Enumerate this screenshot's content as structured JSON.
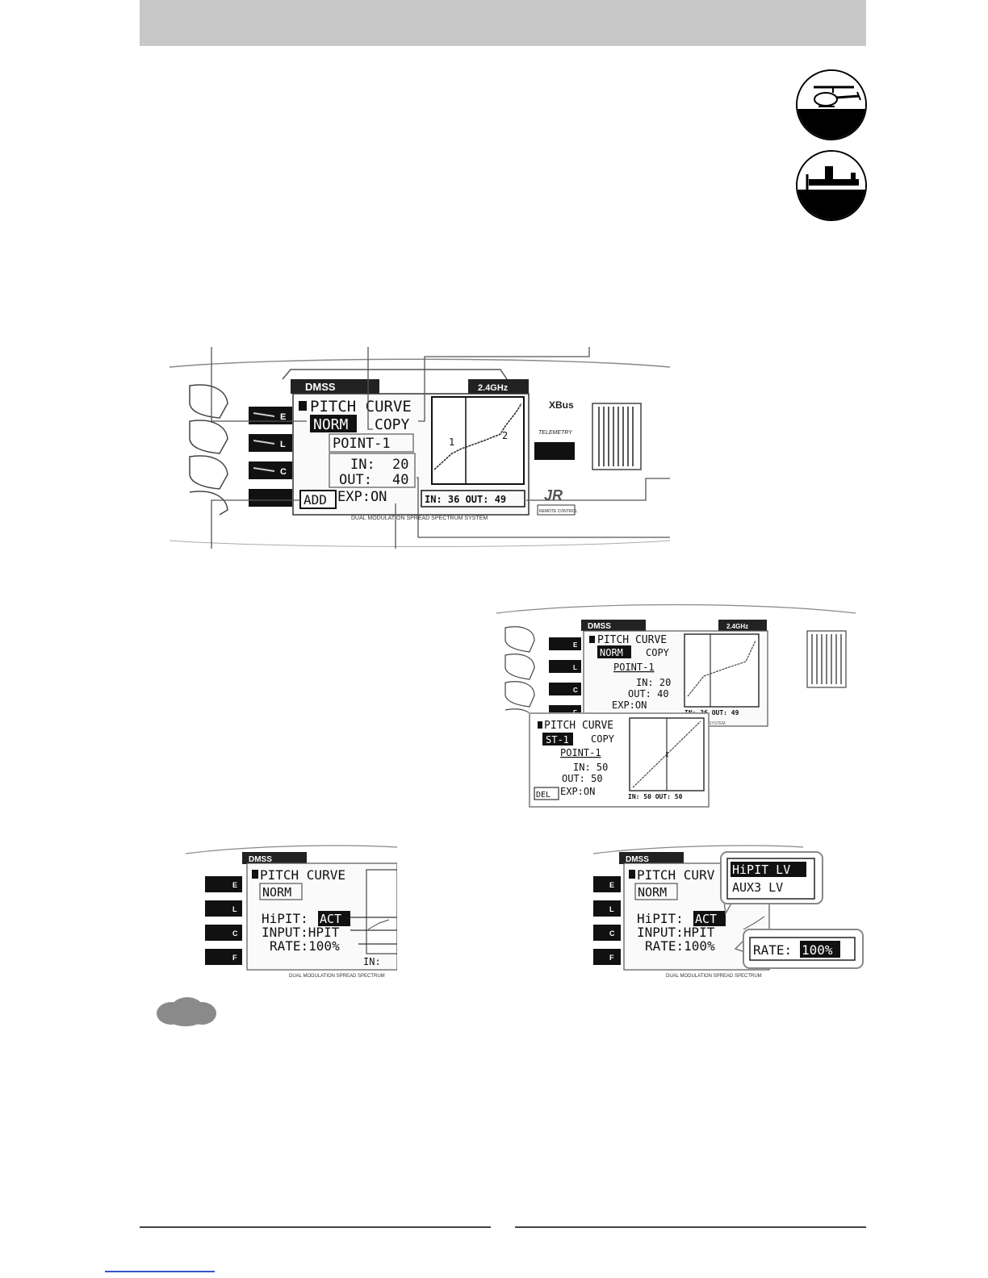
{
  "icons": {
    "helicopter_mode": "helicopter-icon",
    "airplane_mode": "airplane-icon"
  },
  "main_lcd": {
    "brand": "DMSS",
    "band": "2.4GHz",
    "title": "PITCH CURVE",
    "condition": "NORM",
    "copy": "COPY",
    "point": "POINT-1",
    "in_label": "IN:",
    "in_value": "20",
    "out_label": "OUT:",
    "out_value": "40",
    "add": "ADD",
    "exp": "EXP:ON",
    "graph_readout": "IN: 36 OUT: 49",
    "graph_point_1": "1",
    "graph_point_2": "2",
    "side_keys": [
      "E",
      "L",
      "C"
    ],
    "xbus": "XBus",
    "telemetry": "TELEMETRY",
    "jr": "JR",
    "remote_control": "REMOTE CONTROL",
    "footer": "DUAL MODULATION SPREAD SPECTRUM SYSTEM"
  },
  "second_lcd": {
    "brand": "DMSS",
    "band": "2.4GHz",
    "title": "PITCH CURVE",
    "condition": "NORM",
    "copy": "COPY",
    "point": "POINT-1",
    "in_line": "IN: 20",
    "out_line": "OUT: 40",
    "exp": "EXP:ON",
    "graph_readout": "IN: 36 OUT: 49",
    "side_keys": [
      "E",
      "L",
      "C",
      "F"
    ],
    "footer": "SYSTEM"
  },
  "popup_lcd": {
    "title": "PITCH CURVE",
    "condition": "ST-1",
    "copy": "COPY",
    "point": "POINT-1",
    "in_line": "IN: 50",
    "out_line": "OUT: 50",
    "del": "DEL",
    "exp": "EXP:ON",
    "graph_readout": "IN: 50 OUT: 50",
    "graph_point": "1"
  },
  "hipit_lcd_left": {
    "brand": "DMSS",
    "title": "PITCH CURVE",
    "condition": "NORM",
    "hipit": "HiPIT:",
    "hipit_value": "ACT",
    "input": "INPUT:HPIT",
    "rate": "RATE:100%",
    "in_fragment": "IN:",
    "side_keys": [
      "E",
      "L",
      "C",
      "F"
    ],
    "footer": "DUAL MODULATION SPREAD SPECTRUM"
  },
  "hipit_lcd_right": {
    "brand": "DMSS",
    "title": "PITCH CURV",
    "condition": "NORM",
    "hipit": "HiPIT:",
    "hipit_value": "ACT",
    "input": "INPUT:HPIT",
    "rate": "RATE:100%",
    "callout_line1": "HiPIT LV",
    "callout_line2": "AUX3  LV",
    "rate_callout_label": "RATE:",
    "rate_callout_value": "100%",
    "side_keys": [
      "E",
      "L",
      "C",
      "F"
    ],
    "footer": "DUAL MODULATION SPREAD SPECTRUM"
  }
}
